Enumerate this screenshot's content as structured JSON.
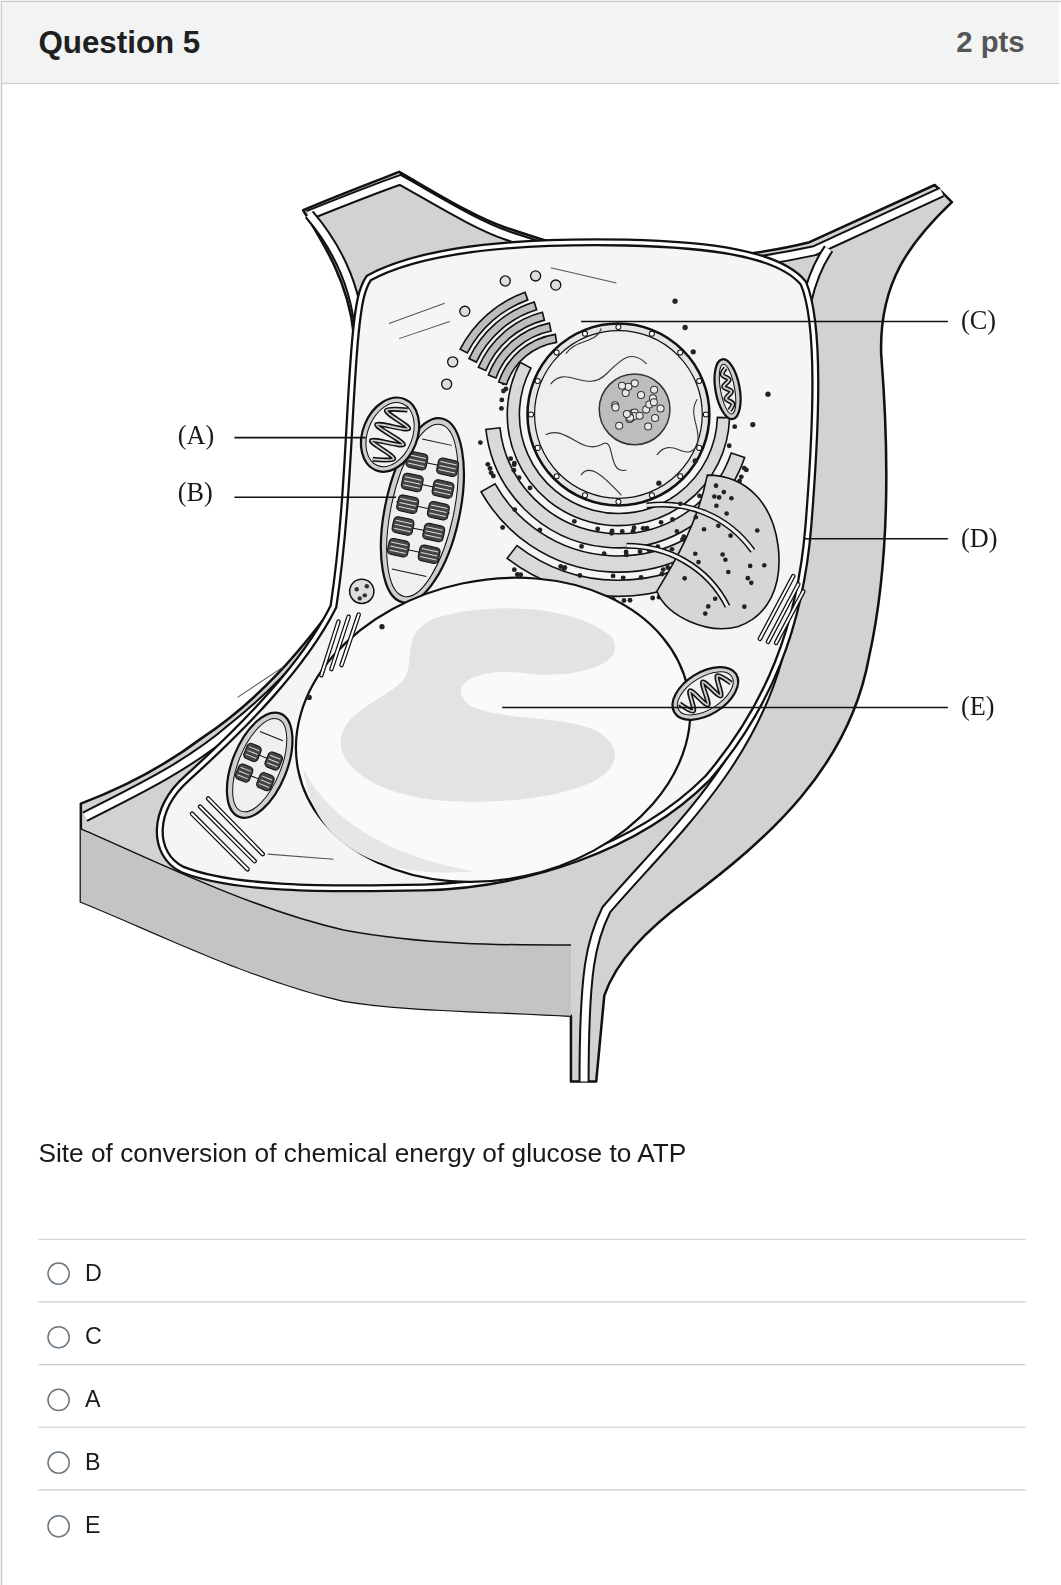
{
  "diagram": {
    "nodes": [
      {
        "text": [
          "Question 5",
          "2 pts"
        ]
      }
    ],
    "labels": [
      "(A)",
      "(B)",
      "(C)",
      "(D)",
      "(E)",
      "Site of conversion of chemical energy of glucose to ATP",
      "D",
      "C",
      "A",
      "B",
      "E"
    ]
  }
}
